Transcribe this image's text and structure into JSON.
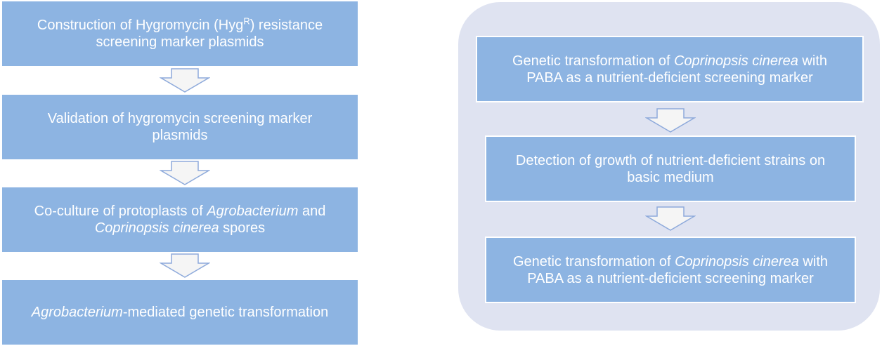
{
  "left_flow": {
    "step1": {
      "prefix": "Construction of Hygromycin (Hyg",
      "sup": "R",
      "suffix": ") resistance",
      "line2": "screening marker plasmids"
    },
    "step2": {
      "line1": "Validation of hygromycin screening marker",
      "line2": "plasmids"
    },
    "step3": {
      "part1": "Co-culture of protoplasts of ",
      "italic1": "Agrobacterium",
      "part2": " and",
      "italic2": "Coprinopsis cinerea",
      "part3": " spores"
    },
    "step4": {
      "italic": "Agrobacterium",
      "text": "-mediated genetic transformation"
    }
  },
  "right_flow": {
    "step1": {
      "part1": "Genetic transformation of ",
      "italic": "Coprinopsis cinerea",
      "part2": " with",
      "line2": "PABA as a nutrient-deficient screening marker"
    },
    "step2": {
      "line1": "Detection of growth of nutrient-deficient strains on",
      "line2": "basic medium"
    },
    "step3": {
      "part1": "Genetic transformation of ",
      "italic": "Coprinopsis cinerea",
      "part2": " with",
      "line2": "PABA as a nutrient-deficient screening marker"
    }
  },
  "colors": {
    "box": "#8db4e2",
    "panel": "#dfe3f1",
    "arrow_stroke": "#8eaadb",
    "arrow_fill": "#f5f5f5"
  }
}
